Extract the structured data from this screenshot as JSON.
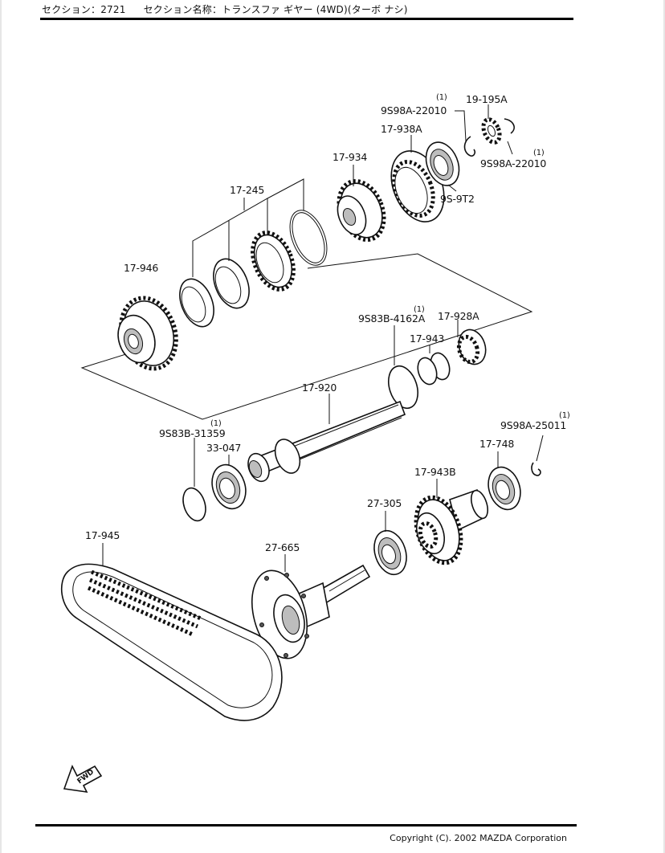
{
  "header": {
    "section": "セクション：2721",
    "section_name": "セクション名称：トランスファ ギヤー (4WD)(ターボ ナシ)"
  },
  "footer": {
    "copyright": "Copyright (C). 2002 MAZDA Corporation"
  },
  "parts": {
    "p19_195A": "19-195A",
    "p9S98A_22010_a": "9S98A-22010",
    "p9S98A_22010_a_qty": "(1)",
    "p17_938A": "17-938A",
    "p9S98A_22010_b": "9S98A-22010",
    "p9S98A_22010_b_qty": "(1)",
    "p17_934": "17-934",
    "p9S_9T2": "9S-9T2",
    "p17_245": "17-245",
    "p17_946": "17-946",
    "p9S83B_4162A": "9S83B-4162A",
    "p9S83B_4162A_qty": "(1)",
    "p17_928A": "17-928A",
    "p17_943": "17-943",
    "p17_920": "17-920",
    "p9S83B_31359": "9S83B-31359",
    "p9S83B_31359_qty": "(1)",
    "p33_047": "33-047",
    "p9S98A_25011": "9S98A-25011",
    "p9S98A_25011_qty": "(1)",
    "p17_748": "17-748",
    "p17_943B": "17-943B",
    "p27_305": "27-305",
    "p17_945": "17-945",
    "p27_665": "27-665",
    "fwd": "FWD"
  }
}
